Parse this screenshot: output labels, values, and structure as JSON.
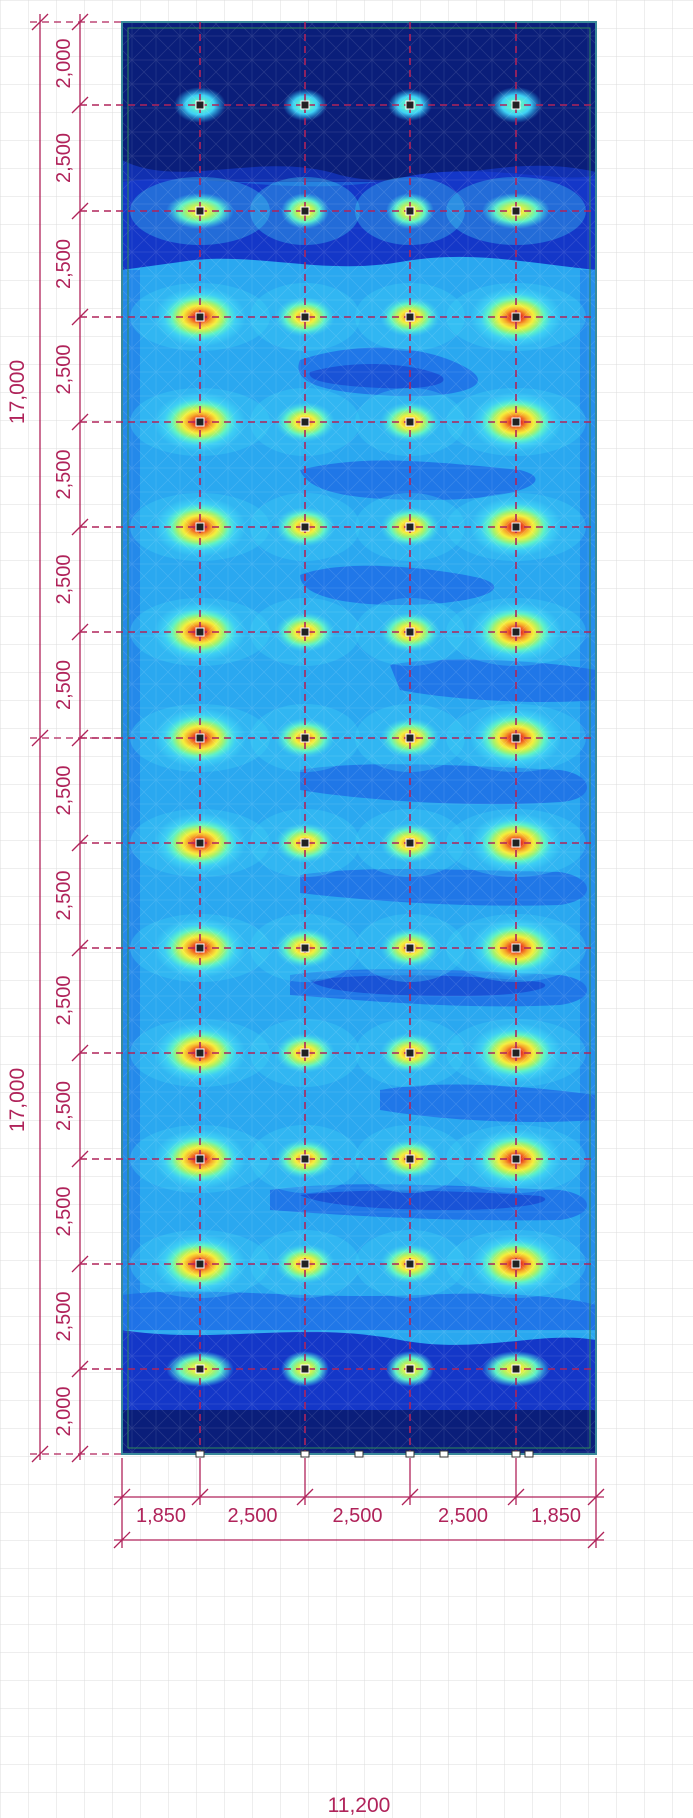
{
  "drawing": {
    "left_dimensions": {
      "overall": [
        "17,000",
        "17,000"
      ],
      "segments": [
        "2,000",
        "2,500",
        "2,500",
        "2,500",
        "2,500",
        "2,500",
        "2,500",
        "2,500",
        "2,500",
        "2,500",
        "2,500",
        "2,500",
        "2,500",
        "2,000"
      ]
    },
    "bottom_dimensions": {
      "segments": [
        "1,850",
        "2,500",
        "2,500",
        "2,500",
        "1,850"
      ],
      "overall": "11,200"
    },
    "column_rows": 13,
    "column_cols": 4,
    "colors": {
      "dimension": "#b0235a",
      "axis": "#b0235a",
      "contour_scale": [
        "#0a1e7a",
        "#1437c8",
        "#1f6fe6",
        "#2aa8f0",
        "#3fd2f5",
        "#5ef2c8",
        "#a8f26a",
        "#f5ef3c",
        "#f7a92b",
        "#e8341f",
        "#5a1010"
      ]
    }
  }
}
